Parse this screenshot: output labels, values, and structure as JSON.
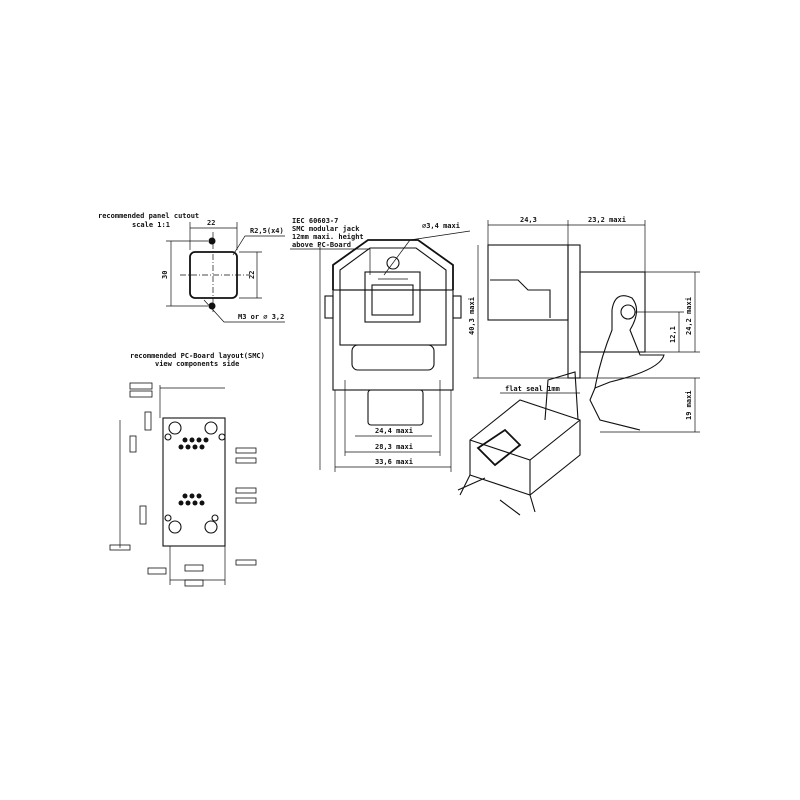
{
  "panel_cutout": {
    "title": "recommended panel cutout",
    "scale": "scale 1:1",
    "width": "22",
    "height": "30",
    "inner_height": "22",
    "radius": "R2,5(x4)",
    "screw": "M3 or ⌀ 3,2"
  },
  "front_view": {
    "note_lines": [
      "IEC 60603-7",
      "SMC modular jack",
      "12mm maxi. height",
      "above PC-Board"
    ],
    "hole": "⌀3,4 maxi",
    "dim_1": "24,4 maxi",
    "dim_2": "28,3 maxi",
    "dim_3": "33,6 maxi"
  },
  "side_view": {
    "depth_front": "24,3",
    "depth_rear": "23,2 maxi",
    "height": "40,3 maxi",
    "lever_height": "24,2 maxi",
    "lever_offset": "12,1",
    "seal": "flat seal 1mm",
    "lever_extra": "19 maxi"
  },
  "pcb_layout": {
    "title": "recommended PC-Board layout(SMC)",
    "subtitle": "view components side"
  }
}
